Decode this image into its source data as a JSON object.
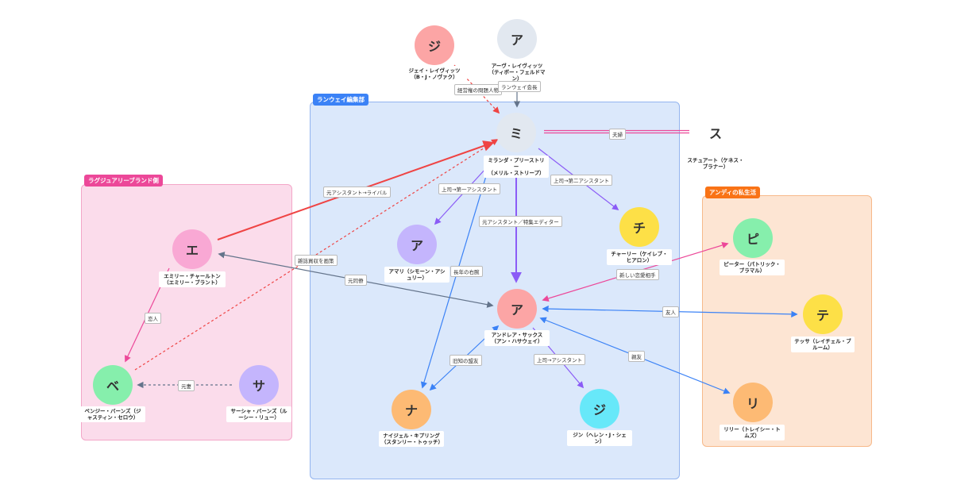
{
  "groups": {
    "runway": {
      "title": "ランウェイ編集部",
      "color": "#3b82f6"
    },
    "luxury": {
      "title": "ラグジュアリーブランド側",
      "color": "#ec4899"
    },
    "andy": {
      "title": "アンディの私生活",
      "color": "#f97316"
    }
  },
  "nodes": {
    "jay": {
      "initial": "ジ",
      "label": "ジェイ・レイヴィッツ\n（B・J・ノヴァク）",
      "color": "#fca5a5"
    },
    "irv": {
      "initial": "ア",
      "label": "アーヴ・レイヴィッツ（ティボー・フェルドマン）",
      "color": "#e2e8f0"
    },
    "miranda": {
      "initial": "ミ",
      "label": "ミランダ・プリーストリー\n（メリル・ストリープ）",
      "color": "#e2e8f0"
    },
    "stuart": {
      "initial": "ス",
      "label": "スチュアート（ケネス・ブラナー）",
      "color": "#ffffff"
    },
    "emily": {
      "initial": "エ",
      "label": "エミリー・チャールトン\n（エミリー・ブラント）",
      "color": "#f9a8d4"
    },
    "amari": {
      "initial": "ア",
      "label": "アマリ（シモーン・アシュリー）",
      "color": "#c4b5fd"
    },
    "charlie": {
      "initial": "チ",
      "label": "チャーリー（ケイレブ・ヒアロン）",
      "color": "#fde047"
    },
    "andrea": {
      "initial": "ア",
      "label": "アンドレア・サックス（アン・ハサウェイ）",
      "color": "#fca5a5"
    },
    "benji": {
      "initial": "ベ",
      "label": "ベンジー・バーンズ（ジャスティン・セロウ）",
      "color": "#86efac"
    },
    "sasha": {
      "initial": "サ",
      "label": "サーシャ・バーンズ（ルーシー・リュー）",
      "color": "#c4b5fd"
    },
    "nigel": {
      "initial": "ナ",
      "label": "ナイジェル・キプリング\n（スタンリー・トゥッチ）",
      "color": "#fdba74"
    },
    "jin": {
      "initial": "ジ",
      "label": "ジン（ヘレン・J・シェン）",
      "color": "#67e8f9"
    },
    "peter": {
      "initial": "ピ",
      "label": "ピーター（パトリック・ブラマル）",
      "color": "#86efac"
    },
    "tessa": {
      "initial": "テ",
      "label": "テッサ（レイチェル・ブルーム）",
      "color": "#fde047"
    },
    "lily": {
      "initial": "リ",
      "label": "リリー（トレイシー・トムズ）",
      "color": "#fdba74"
    }
  },
  "edges": [
    {
      "id": "jay-miranda",
      "label": "経営権の問題人物",
      "color": "#ef4444",
      "dash": true
    },
    {
      "id": "irv-miranda",
      "label": "ランウェイ会長",
      "color": "#64748b"
    },
    {
      "id": "miranda-stuart",
      "label": "夫婦",
      "color": "#ec4899"
    },
    {
      "id": "emily-miranda",
      "label": "元アシスタント→ライバル",
      "color": "#ef4444"
    },
    {
      "id": "benji-miranda",
      "label": "雑誌買収を画策",
      "color": "#ef4444",
      "dash": true
    },
    {
      "id": "miranda-amari",
      "label": "上司→第一アシスタント",
      "color": "#8b5cf6"
    },
    {
      "id": "miranda-charlie",
      "label": "上司→第二アシスタント",
      "color": "#8b5cf6"
    },
    {
      "id": "miranda-andrea",
      "label": "元アシスタント／特集エディター",
      "color": "#8b5cf6"
    },
    {
      "id": "miranda-nigel",
      "label": "長年の右腕",
      "color": "#3b82f6"
    },
    {
      "id": "andrea-emily",
      "label": "元同僚",
      "color": "#64748b"
    },
    {
      "id": "emily-benji",
      "label": "恋人",
      "color": "#ec4899"
    },
    {
      "id": "sasha-benji",
      "label": "元妻",
      "color": "#64748b",
      "dash": true
    },
    {
      "id": "andrea-peter",
      "label": "新しい恋愛相手",
      "color": "#ec4899"
    },
    {
      "id": "andrea-tessa",
      "label": "友人",
      "color": "#3b82f6"
    },
    {
      "id": "andrea-lily",
      "label": "親友",
      "color": "#3b82f6"
    },
    {
      "id": "andrea-nigel",
      "label": "旧知の盟友",
      "color": "#3b82f6"
    },
    {
      "id": "andrea-jin",
      "label": "上司→アシスタント",
      "color": "#8b5cf6"
    }
  ]
}
